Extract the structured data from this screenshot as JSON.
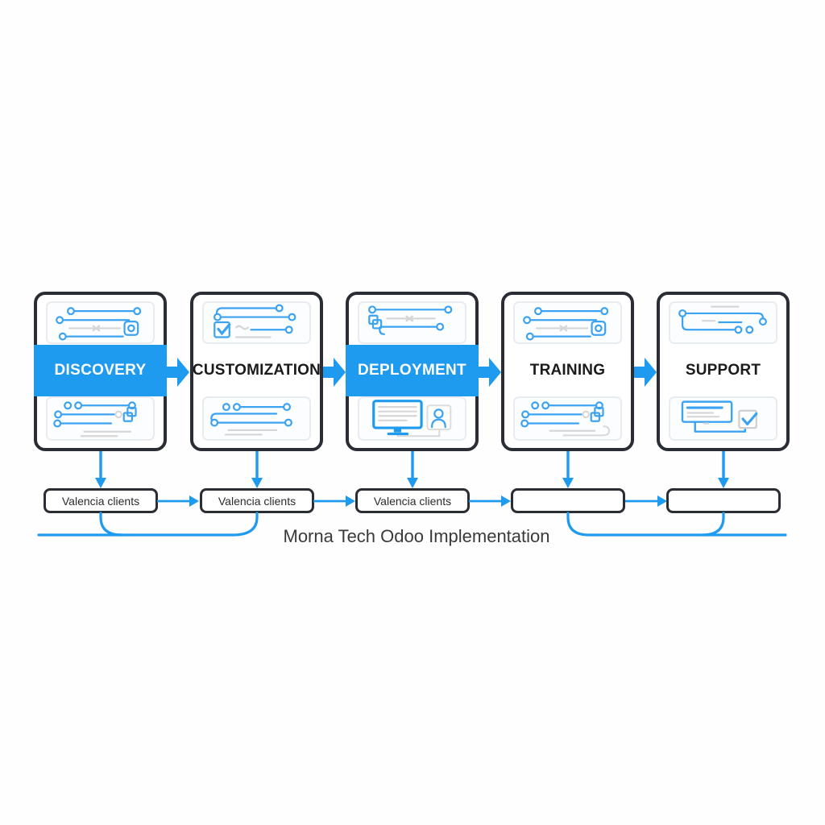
{
  "title": {
    "text": "Morna Tech Odoo Implementation"
  },
  "stages": [
    {
      "label": "DISCOVERY",
      "highlighted": true,
      "client_label": "Valencia clients"
    },
    {
      "label": "CUSTOMIZATION",
      "highlighted": false,
      "client_label": "Valencia clients"
    },
    {
      "label": "DEPLOYMENT",
      "highlighted": true,
      "client_label": "Valencia clients"
    },
    {
      "label": "TRAINING",
      "highlighted": false,
      "client_label": ""
    },
    {
      "label": "SUPPORT",
      "highlighted": false,
      "client_label": ""
    }
  ],
  "icons": {
    "stage_top_illustrations": [
      "sliders-app",
      "checklist",
      "pipeline-windows",
      "sliders-app",
      "chat-thread"
    ],
    "stage_bottom_illustrations": [
      "sliders-windows",
      "sliders-curl",
      "monitor-user",
      "sliders-windows-curl",
      "message-checkbox"
    ],
    "connector_arrows": [
      "right-arrow-icon",
      "down-arrow-icon"
    ]
  },
  "colors": {
    "accent_blue": "#1e9aef",
    "doodle_blue": "#3ba3f2",
    "card_border": "#2a2e34",
    "panel_border": "#e9ecef",
    "gray_line": "#d6d6d6",
    "label_dark": "#1b1b1d",
    "title_text": "#3a3a3c",
    "background": "#ffffff"
  }
}
